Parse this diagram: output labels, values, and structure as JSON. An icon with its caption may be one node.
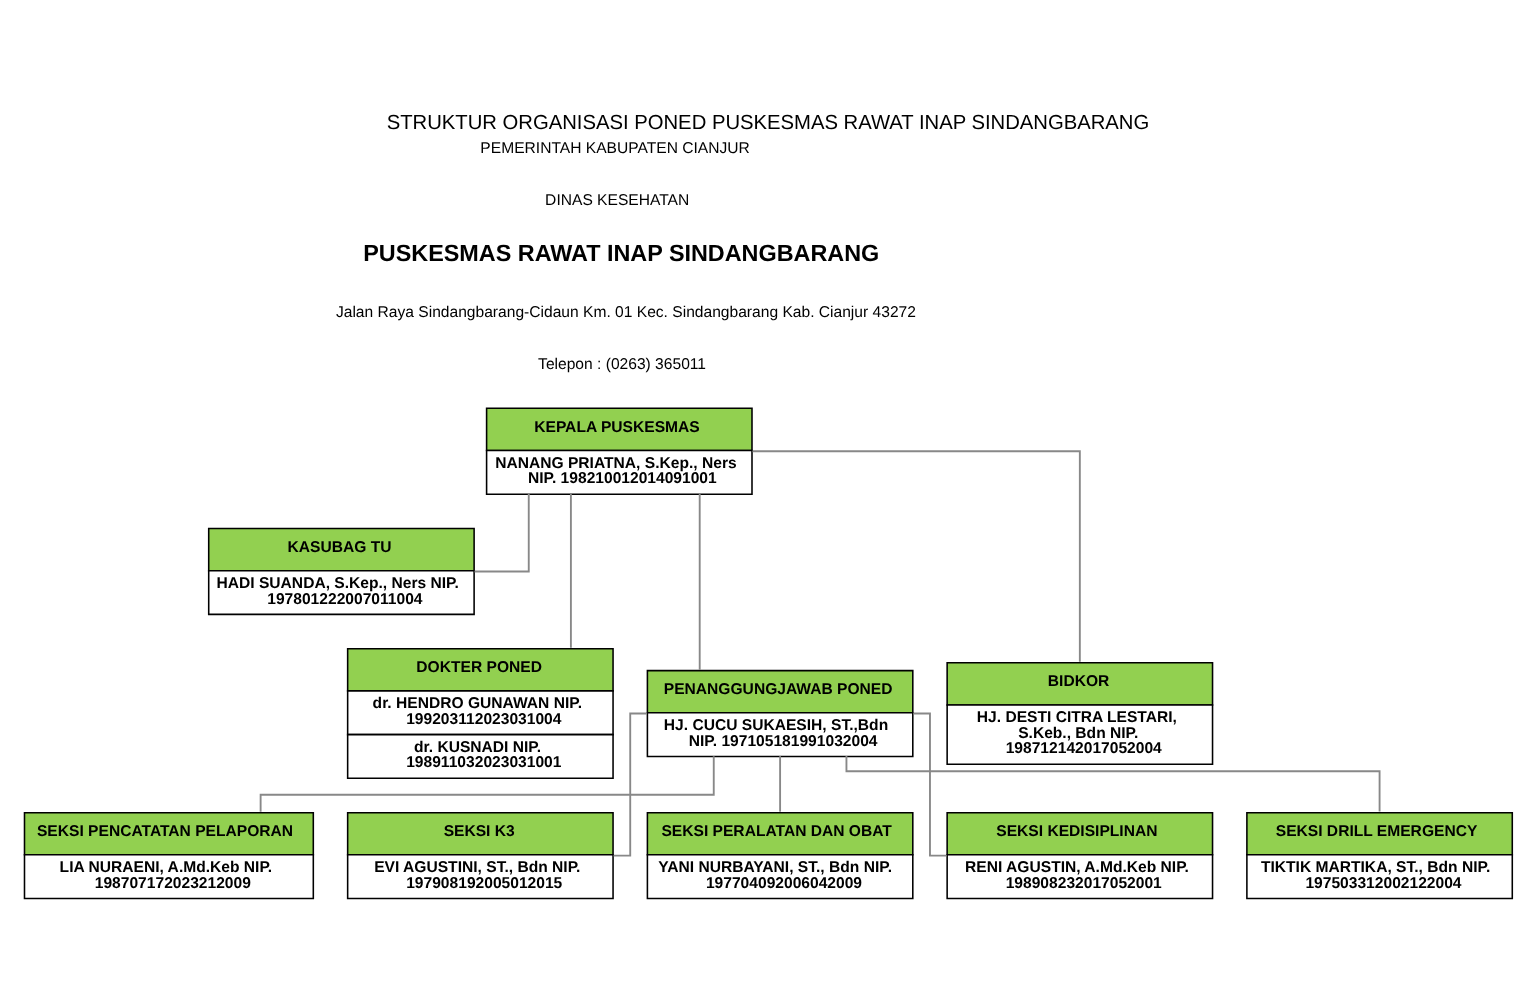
{
  "diagram": {
    "title": "STRUKTUR ORGANISASI PONED PUSKESMAS RAWAT INAP SINDANGBARANG",
    "nodes": [
      {
        "text": [
          "KEPALA PUSKESMAS",
          "NANANG PRIATNA, S.Kep., Ners NIP. 198210012014091001"
        ]
      },
      {
        "text": [
          "KASUBAG TU",
          "HADI SUANDA, S.Kep., Ners NIP. 197801222007011004"
        ]
      },
      {
        "text": [
          "DOKTER PONED",
          "dr. HENDRO GUNAWAN NIP. 199203112023031004",
          "dr. KUSNADI NIP. 198911032023031001"
        ]
      },
      {
        "text": [
          "PENANGGUNGJAWAB PONED",
          "HJ. CUCU SUKAESIH, ST.,Bdn NIP. 197105181991032004"
        ]
      },
      {
        "text": [
          "BIDKOR",
          "HJ. DESTI CITRA LESTARI, S.Keb., Bdn NIP. 198712142017052004"
        ]
      },
      {
        "text": [
          "SEKSI PENCATATAN PELAPORAN",
          "LIA NURAENI, A.Md.Keb NIP. 198707172023212009"
        ]
      },
      {
        "text": [
          "SEKSI K3",
          "EVI AGUSTINI, ST., Bdn NIP. 197908192005012015"
        ]
      },
      {
        "text": [
          "SEKSI PERALATAN DAN OBAT",
          "YANI NURBAYANI, ST., Bdn NIP. 197704092006042009"
        ]
      },
      {
        "text": [
          "SEKSI KEDISIPLINAN",
          "RENI AGUSTIN, A.Md.Keb NIP. 198908232017052001"
        ]
      },
      {
        "text": [
          "SEKSI DRILL EMERGENCY",
          "TIKTIK MARTIKA, ST., Bdn NIP. 197503312002122004"
        ]
      }
    ],
    "edges": [
      {
        "from": 0,
        "to": 1,
        "arrow": "none"
      },
      {
        "from": 0,
        "to": 2,
        "arrow": "none"
      },
      {
        "from": 0,
        "to": 3,
        "arrow": "none"
      },
      {
        "from": 0,
        "to": 4,
        "arrow": "none"
      },
      {
        "from": 3,
        "to": 5,
        "arrow": "none"
      },
      {
        "from": 3,
        "to": 6,
        "arrow": "none"
      },
      {
        "from": 3,
        "to": 7,
        "arrow": "none"
      },
      {
        "from": 3,
        "to": 8,
        "arrow": "none"
      },
      {
        "from": 3,
        "to": 9,
        "arrow": "none"
      }
    ],
    "labels": [
      "PEMERINTAH KABUPATEN CIANJUR",
      "DINAS KESEHATAN",
      "PUSKESMAS RAWAT INAP SINDANGBARANG",
      "Jalan Raya Sindangbarang-Cidaun Km. 01 Kec. Sindangbarang Kab. Cianjur 43272",
      "Telepon : (0263) 365011"
    ]
  }
}
